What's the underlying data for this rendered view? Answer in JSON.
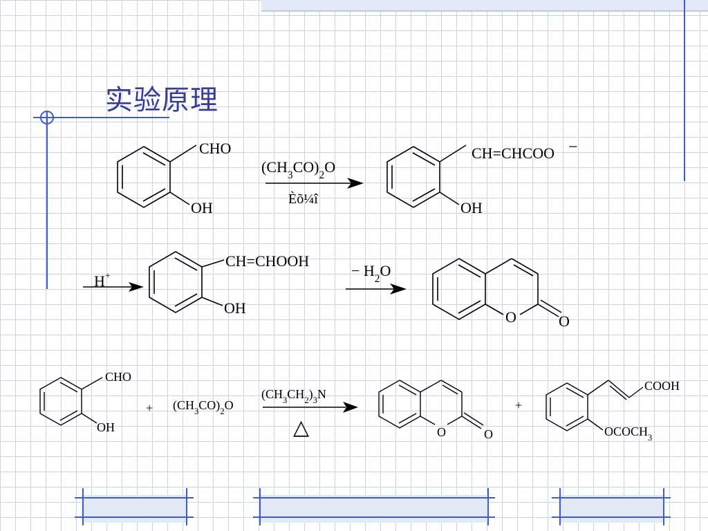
{
  "slide": {
    "title": "实验原理"
  },
  "rows": [
    {
      "reactant": {
        "sub1": "CHO",
        "sub2": "OH"
      },
      "reagent_top": "(CH3CO)2O",
      "reagent_bottom": "Èõ¼î",
      "product": {
        "sub1": "CH=CHCOO",
        "charge": "−",
        "sub2": "OH"
      }
    },
    {
      "reagent_left": "H",
      "reagent_left_charge": "+",
      "intermediate": {
        "sub1": "CH=CHOOH",
        "sub2": "OH"
      },
      "reagent_top": "− H2O",
      "product": {
        "ring_o": "O",
        "carbonyl_o": "O"
      }
    },
    {
      "reactant": {
        "sub1": "CHO",
        "sub2": "OH"
      },
      "plus1": "+",
      "anhydride": "(CH3CO)2O",
      "reagent_top": "(CH3CH2)3N",
      "reagent_bottom": "△",
      "product1": {
        "ring_o": "O",
        "carbonyl_o": "O"
      },
      "plus2": "+",
      "product2": {
        "sub1": "COOH",
        "sub2": "OCOCH3"
      }
    }
  ],
  "colors": {
    "title": "#3a3a9a",
    "grid": "#c9d3e6",
    "accent": "#3b5bdb",
    "band": "#e3e9f6"
  }
}
